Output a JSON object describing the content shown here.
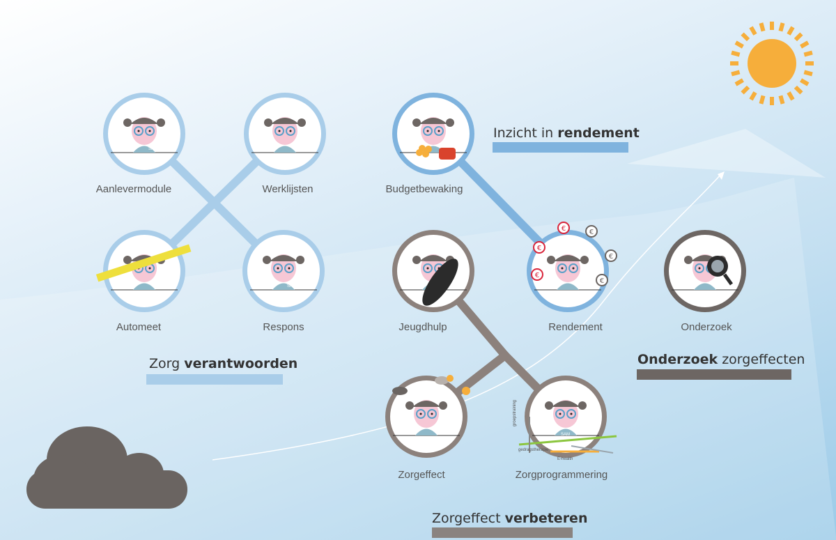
{
  "nodes": {
    "aanlevermodule": "Aanlevermodule",
    "werklijsten": "Werklijsten",
    "automeet": "Automeet",
    "respons": "Respons",
    "budgetbewaking": "Budgetbewaking",
    "rendement": "Rendement",
    "jeugdhulp": "Jeugdhulp",
    "zorgeffect": "Zorgeffect",
    "zorgprogrammering": "Zorgprogrammering",
    "onderzoek": "Onderzoek"
  },
  "headings": {
    "zorg_verantwoorden": {
      "plain": "Zorg ",
      "bold": "verantwoorden"
    },
    "inzicht_rendement": {
      "plain": "Inzicht in ",
      "bold": "rendement"
    },
    "onderzoek_zorgeffecten": {
      "bold": "Onderzoek",
      "plain": " zorgeffecten"
    },
    "zorgeffect_verbeteren": {
      "plain": "Zorgeffect ",
      "bold": "verbeteren"
    }
  },
  "illustration_text": {
    "sam": "SAM",
    "gedragstherapie": "gedragstherapie",
    "e_health": "E-health",
    "groepstraining": "groepstraining",
    "euro": "€"
  },
  "colors": {
    "light_blue": "#a9cde9",
    "blue": "#7fb3de",
    "dark_grey": "#6d6663",
    "brown_grey": "#8c817c",
    "sun": "#f6ae3b",
    "cloud": "#6a6461"
  }
}
